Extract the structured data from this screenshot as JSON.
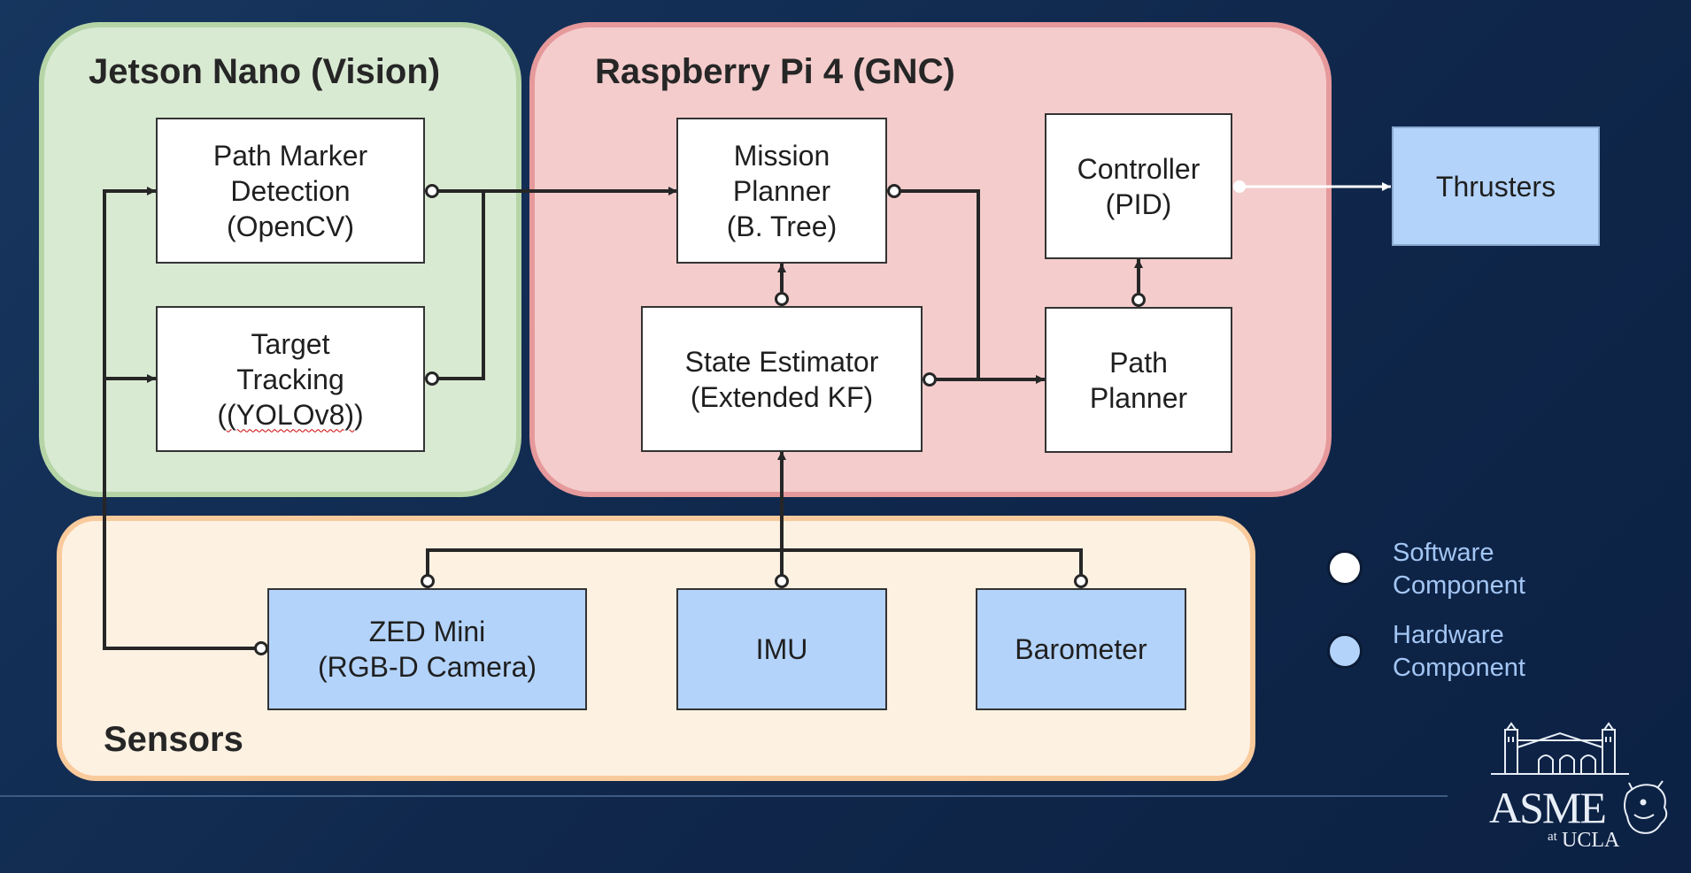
{
  "groups": {
    "jetson": {
      "title": "Jetson Nano (Vision)"
    },
    "rpi": {
      "title": "Raspberry Pi 4 (GNC)"
    },
    "sensors": {
      "title": "Sensors"
    }
  },
  "nodes": {
    "path_marker": {
      "lines": [
        "Path Marker",
        "Detection",
        "(OpenCV)"
      ],
      "kind": "software"
    },
    "target_tracking": {
      "line1": "Target",
      "line2": "Tracking",
      "line3": "(YOLOv8)",
      "kind": "software"
    },
    "mission_planner": {
      "lines": [
        "Mission",
        "Planner",
        "(B. Tree)"
      ],
      "kind": "software"
    },
    "controller": {
      "lines": [
        "Controller",
        "(PID)"
      ],
      "kind": "software"
    },
    "state_estimator": {
      "lines": [
        "State Estimator",
        "(Extended KF)"
      ],
      "kind": "software"
    },
    "path_planner": {
      "lines": [
        "Path",
        "Planner"
      ],
      "kind": "software"
    },
    "thrusters": {
      "lines": [
        "Thrusters"
      ],
      "kind": "hardware"
    },
    "zed_mini": {
      "lines": [
        "ZED Mini",
        "(RGB-D Camera)"
      ],
      "kind": "hardware"
    },
    "imu": {
      "lines": [
        "IMU"
      ],
      "kind": "hardware"
    },
    "barometer": {
      "lines": [
        "Barometer"
      ],
      "kind": "hardware"
    }
  },
  "legend": {
    "software": {
      "line1": "Software",
      "line2": "Component",
      "color": "#ffffff"
    },
    "hardware": {
      "line1": "Hardware",
      "line2": "Component",
      "color": "#b3d3fa"
    }
  },
  "logo": {
    "main": "ASME",
    "at": "at",
    "org": "UCLA"
  },
  "colors": {
    "jetson_fill": "#d9ead3",
    "rpi_fill": "#f4cccc",
    "sensors_fill": "#fdf1e2",
    "hardware_fill": "#b3d3fa",
    "arrow_dark": "#262626",
    "arrow_light": "#ffffff"
  }
}
